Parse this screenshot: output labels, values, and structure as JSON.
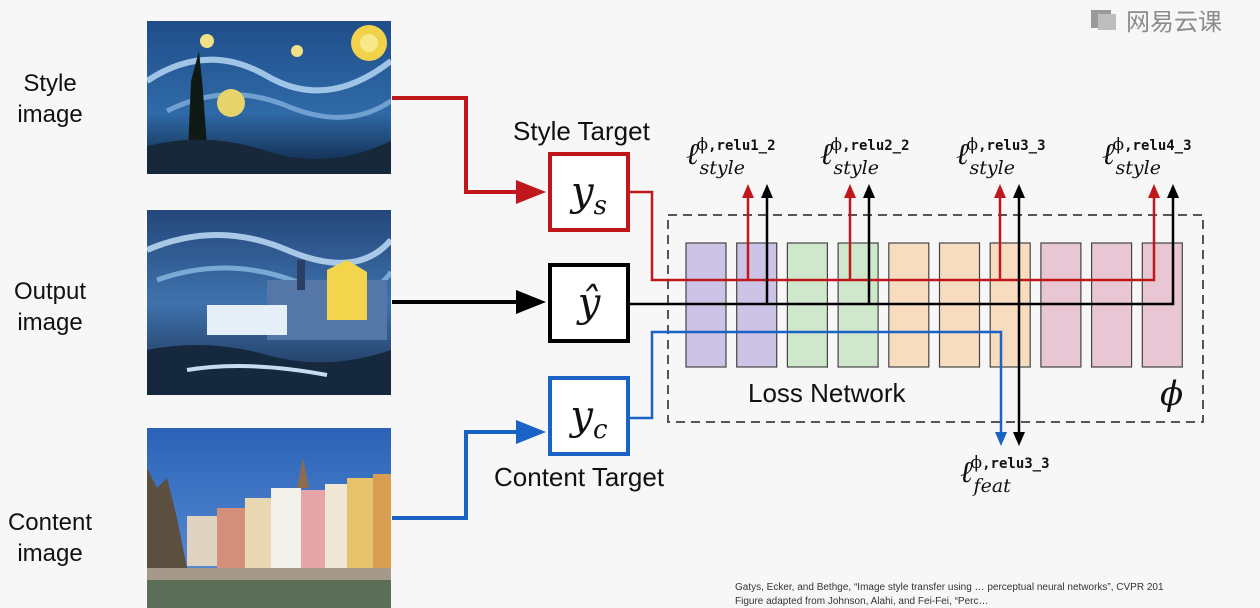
{
  "watermark": {
    "text": "网易云课",
    "icon": "book-icon"
  },
  "rows": {
    "style": {
      "label_line1": "Style",
      "label_line2": "image"
    },
    "output": {
      "label_line1": "Output",
      "label_line2": "image"
    },
    "content": {
      "label_line1": "Content",
      "label_line2": "image"
    }
  },
  "targets": {
    "style": {
      "label": "Style Target",
      "symbol_base": "y",
      "symbol_sub": "s",
      "color": "#c0171c"
    },
    "output": {
      "symbol_base": "ŷ",
      "color": "#000000"
    },
    "content": {
      "label": "Content Target",
      "symbol_base": "y",
      "symbol_sub": "c",
      "color": "#1a63c4"
    }
  },
  "loss_network": {
    "label": "Loss Network",
    "phi": "ϕ",
    "layer_colors": [
      "#cdc3e6",
      "#cdc3e6",
      "#cfe8cc",
      "#cfe8cc",
      "#f7dcc0",
      "#f7dcc0",
      "#f7dcc0",
      "#e8c6d4",
      "#e8c6d4",
      "#e8c6d4"
    ]
  },
  "style_losses": [
    {
      "symbol": "ℓ",
      "phi": "ϕ",
      "layer": "relu1_2",
      "sub": "style"
    },
    {
      "symbol": "ℓ",
      "phi": "ϕ",
      "layer": "relu2_2",
      "sub": "style"
    },
    {
      "symbol": "ℓ",
      "phi": "ϕ",
      "layer": "relu3_3",
      "sub": "style"
    },
    {
      "symbol": "ℓ",
      "phi": "ϕ",
      "layer": "relu4_3",
      "sub": "style"
    }
  ],
  "feature_loss": {
    "symbol": "ℓ",
    "phi": "ϕ",
    "layer": "relu3_3",
    "sub": "feat"
  },
  "citation": {
    "line1": "Gatys, Ecker, and Bethge, “Image style transfer using … perceptual neural networks”, CVPR 201",
    "line2": "Figure adapted from Johnson, Alahi, and Fei-Fei, “Perc…"
  }
}
